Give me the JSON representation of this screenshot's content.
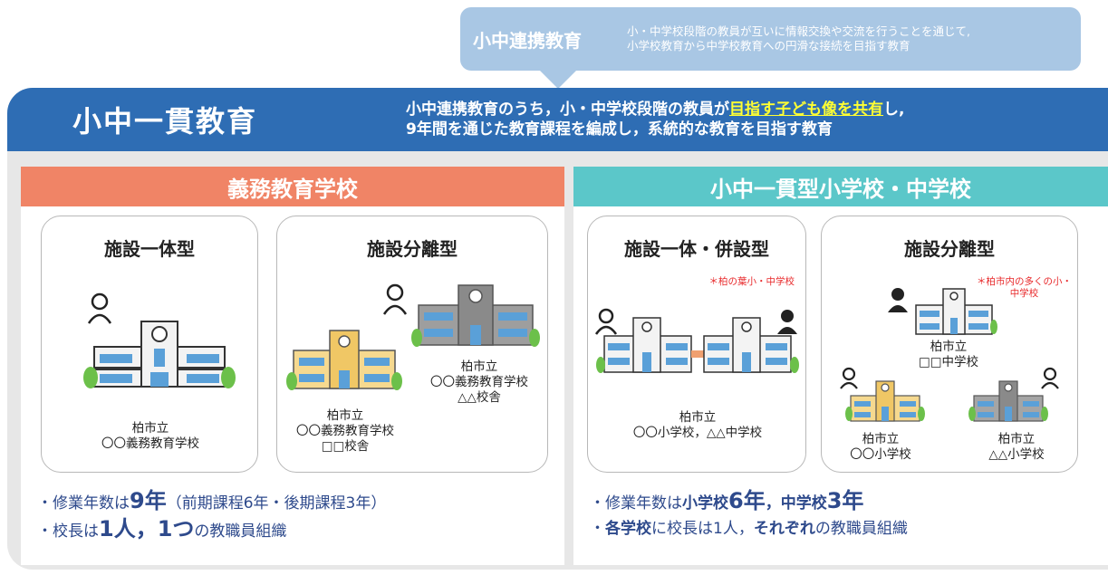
{
  "top_callout": {
    "title": "小中連携教育",
    "desc_line1": "小・中学校段階の教員が互いに情報交換や交流を行うことを通じて,",
    "desc_line2": "小学校教育から中学校教育への円滑な接続を目指す教育"
  },
  "main": {
    "title": "小中一貫教育",
    "desc_line1_pre": "小中連携教育のうち，小・中学校段階の教員が",
    "desc_line1_highlight": "目指す子ども像を共有",
    "desc_line1_post": "し,",
    "desc_line2": "9年間を通じた教育課程を編成し，系統的な教育を目指す教育"
  },
  "left_panel": {
    "heading": "義務教育学校",
    "card1": {
      "title": "施設一体型",
      "label_line1": "柏市立",
      "label_line2": "〇〇義務教育学校"
    },
    "card2": {
      "title": "施設分離型",
      "label_a_line1": "柏市立",
      "label_a_line2": "〇〇義務教育学校",
      "label_a_line3": "△△校舎",
      "label_b_line1": "柏市立",
      "label_b_line2": "〇〇義務教育学校",
      "label_b_line3": "□□校舎"
    },
    "bullets": {
      "b1_pre": "・修業年数は",
      "b1_big": "9年",
      "b1_post": "（前期課程6年・後期課程3年）",
      "b2_pre": "・校長は",
      "b2_big": "1人，1つ",
      "b2_post": "の教職員組織"
    }
  },
  "right_panel": {
    "heading": "小中一貫型小学校・中学校",
    "card1": {
      "title": "施設一体・併設型",
      "note": "＊柏の葉小・中学校",
      "label_line1": "柏市立",
      "label_line2": "〇〇小学校，△△中学校"
    },
    "card2": {
      "title": "施設分離型",
      "note_line1": "＊柏市内の多くの小・",
      "note_line2": "中学校",
      "label_top_line1": "柏市立",
      "label_top_line2": "□□中学校",
      "label_l_line1": "柏市立",
      "label_l_line2": "〇〇小学校",
      "label_r_line1": "柏市立",
      "label_r_line2": "△△小学校"
    },
    "bullets": {
      "b1_pre": "・修業年数は",
      "b1_bold": "小学校",
      "b1_big1": "6年",
      "b1_mid": "，中学校",
      "b1_big2": "3年",
      "b2_pre": "・",
      "b2_bold": "各学校",
      "b2_mid": "に校長は1人，",
      "b2_bold2": "それぞれ",
      "b2_post": "の教職員組織"
    }
  },
  "colors": {
    "main_blue": "#2e6db4",
    "callout_blue": "#a9c7e4",
    "orange": "#f08466",
    "teal": "#5bc7c9",
    "highlight": "#ffff33",
    "note_red": "#e8292b",
    "bullet_blue": "#2e4a8c"
  }
}
